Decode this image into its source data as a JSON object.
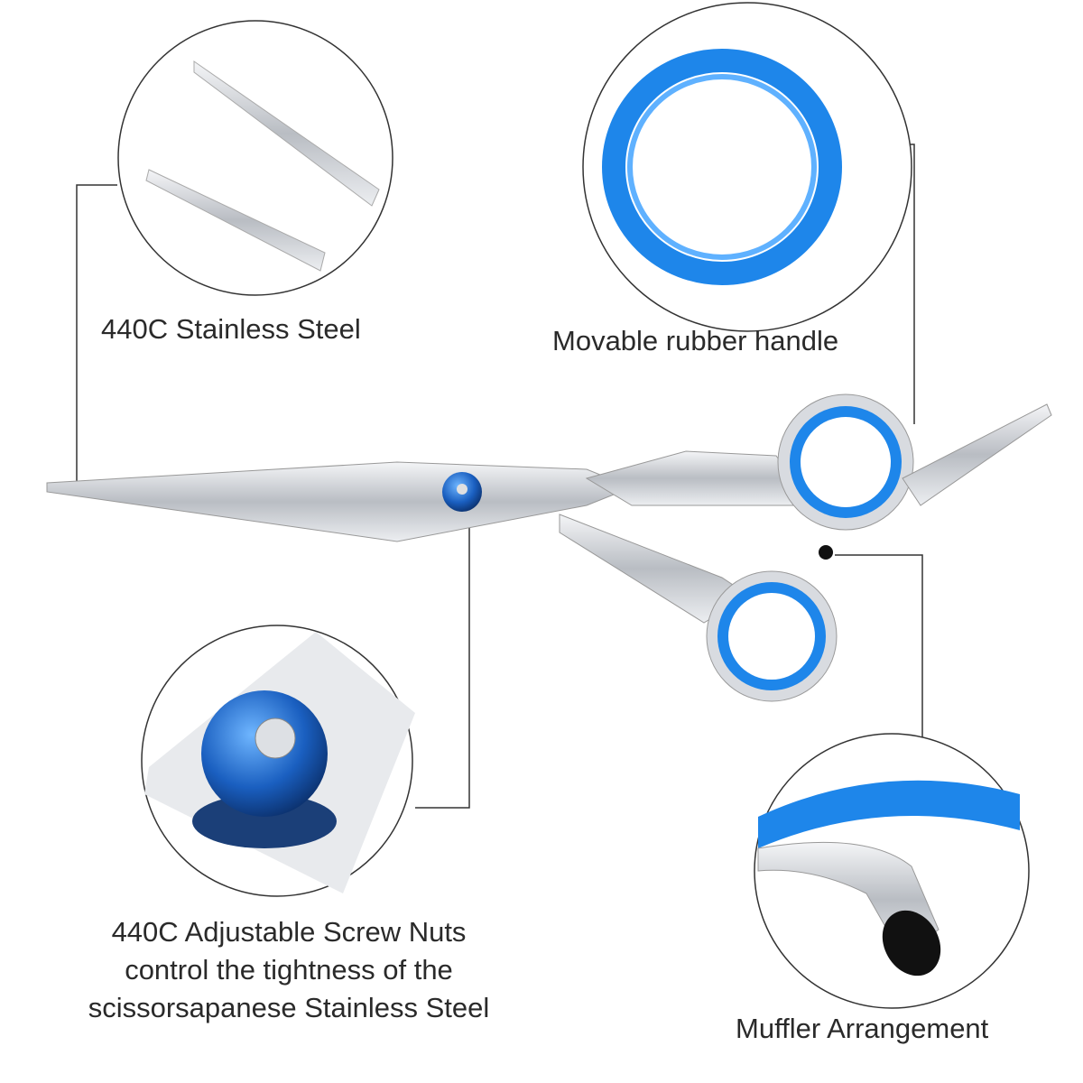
{
  "features": [
    {
      "label": "440C Stainless Steel"
    },
    {
      "label": "Movable rubber handle"
    },
    {
      "lines": [
        "440C Adjustable Screw Nuts",
        "control the tightness of the",
        "scissorsapanese Stainless Steel"
      ]
    },
    {
      "label": "Muffler Arrangement"
    }
  ],
  "colors": {
    "accent_blue": "#1e7de0",
    "steel": "#c9ccd1",
    "line": "#333333"
  }
}
